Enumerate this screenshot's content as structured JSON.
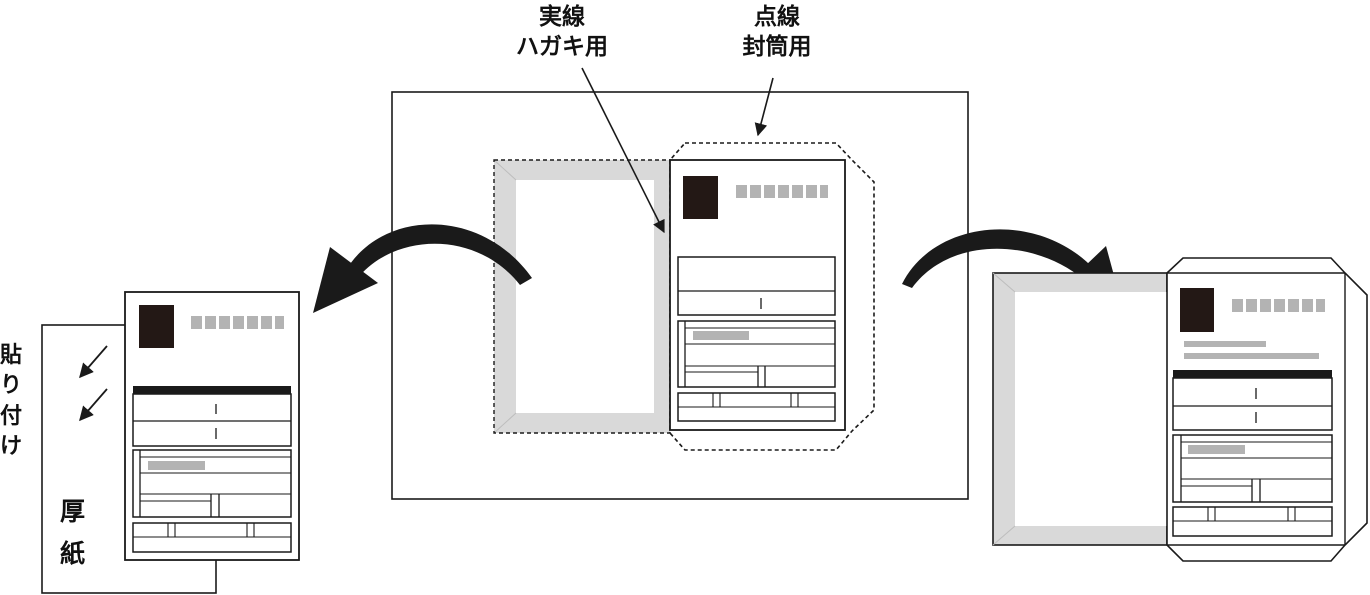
{
  "labels": {
    "solid_line_title": "実線",
    "solid_line_sub": "ハガキ用",
    "dotted_line_title": "点線",
    "dotted_line_sub": "封筒用",
    "paste_chars": [
      "貼",
      "り",
      "付",
      "け"
    ],
    "cardboard_chars": [
      "厚",
      "紙"
    ]
  },
  "colors": {
    "ink": "#1a1a1a",
    "frame_gray": "#d9d9d9",
    "text_placeholder_gray": "#b3b3b3",
    "stamp_black": "#231815"
  },
  "icons": {
    "left_curve_arrow": "curved-arrow-left",
    "right_curve_arrow": "curved-arrow-right",
    "pointer_arrows": "arrow-icon"
  }
}
